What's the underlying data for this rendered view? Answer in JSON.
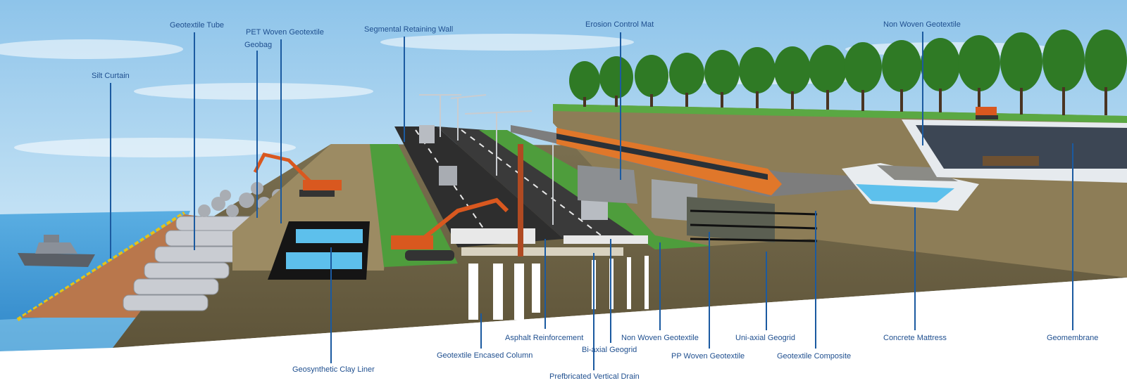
{
  "labels": {
    "silt_curtain": "Silt Curtain",
    "geotextile_tube": "Geotextile Tube",
    "pet_woven_geotextile": "PET Woven Geotextile",
    "geobag": "Geobag",
    "segmental_retaining_wall": "Segmental Retaining Wall",
    "erosion_control_mat": "Erosion Control Mat",
    "non_woven_geotextile_top": "Non Woven Geotextile",
    "geosynthetic_clay_liner": "Geosynthetic Clay Liner",
    "geotextile_encased_column": "Geotextile Encased Column",
    "asphalt_reinforcement": "Asphalt Reinforcement",
    "biaxial_geogrid": "Bi-axial Geogrid",
    "prefabricated_vertical_drain": "Prefbricated Vertical Drain",
    "non_woven_geotextile_bottom": "Non Woven Geotextile",
    "pp_woven_geotextile": "PP Woven Geotextile",
    "uniaxial_geogrid": "Uni-axial Geogrid",
    "geotextile_composite": "Geotextile Composite",
    "concrete_mattress": "Concrete Mattress",
    "geomembrane": "Geomembrane"
  },
  "colors": {
    "label_text": "#1f4f8f",
    "leader_line": "#1b5aa0",
    "sky": "#a9d2ee",
    "sea": "#4da3dc",
    "soil": "#6e6447",
    "grass": "#4e9d3c",
    "asphalt": "#2e2e2e",
    "train": "#e0772a",
    "excavator": "#d9581f"
  }
}
